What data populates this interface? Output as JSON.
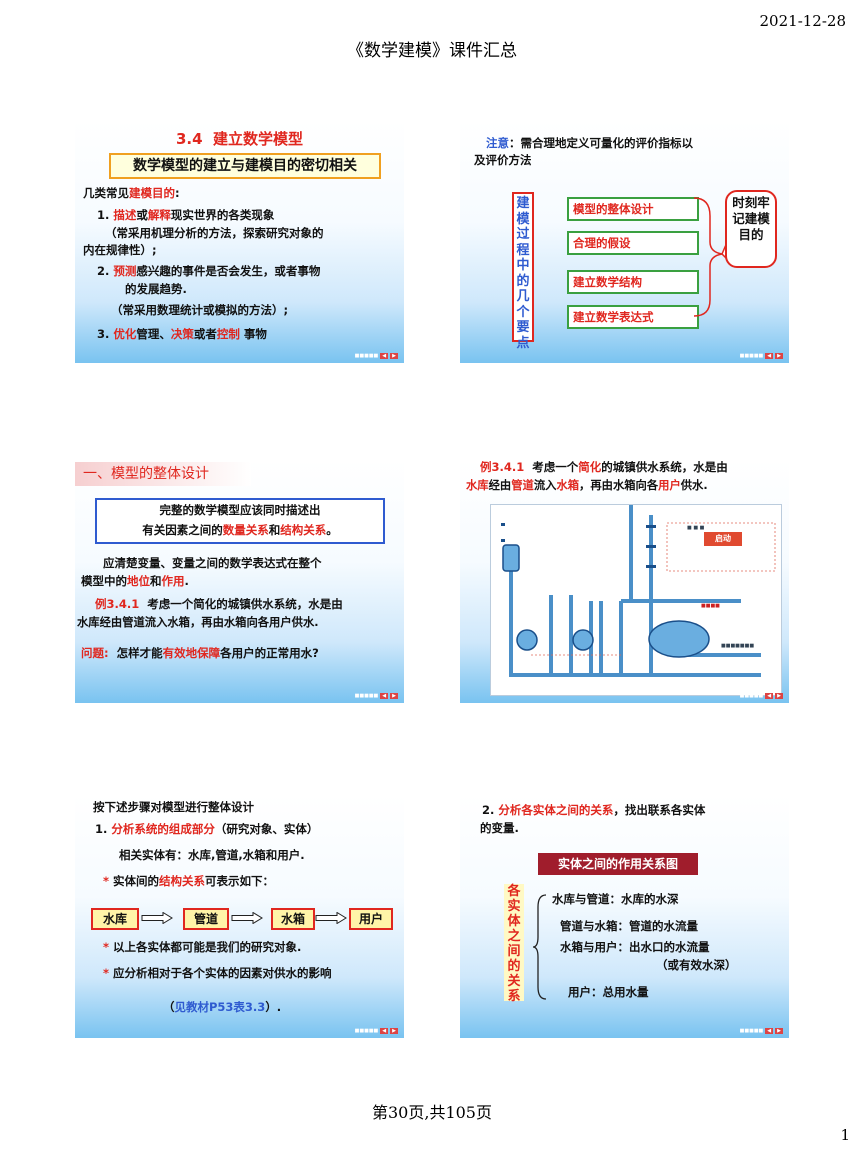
{
  "header": {
    "date": "2021-12-28",
    "doc_title": "《数学建模》课件汇总"
  },
  "footer": {
    "page_info": "第30页,共105页",
    "page_number": "1"
  },
  "colors": {
    "red": "#e0271f",
    "blue": "#2f5bd0",
    "slide_gradient_end": "#79c3f0"
  },
  "slides": [
    {
      "title_num": "3.4",
      "title_text": "建立数学模型",
      "subtitle": "数学模型的建立与建模目的密切相关",
      "intro_a": "几类常见",
      "intro_b": "建模目的",
      "intro_c": ":",
      "i1_a": "1.",
      "i1_b": "描述",
      "i1_c": "或",
      "i1_d": "解释",
      "i1_e": "现实世界的各类现象",
      "i1_f": "（常采用机理分析的方法，探索研究对象的",
      "i1_g": "内在规律性）;",
      "i2_a": "2.",
      "i2_b": "预测",
      "i2_c": "感兴趣的事件是否会发生，或者事物",
      "i2_d": "的发展趋势.",
      "i2_e": "（常采用数理统计或模拟的方法）;",
      "i3_a": "3.",
      "i3_b": "优化",
      "i3_c": "管理、",
      "i3_d": "决策",
      "i3_e": "或者",
      "i3_f": "控制",
      "i3_g": "事物"
    },
    {
      "note_label": "注意",
      "note_a": "：需合理地定义可量化的评价指标以",
      "note_b": "及评价方法",
      "vertical": "建模过程中的几个要点",
      "boxes": [
        "模型的整体设计",
        "合理的假设",
        "建立数学结构",
        "建立数学表达式"
      ],
      "bubble": "时刻牢记建模目的"
    },
    {
      "heading": "一、模型的整体设计",
      "box_l1": "完整的数学模型应该同时描述出",
      "box_l2_a": "有关因素之间的",
      "box_l2_b": "数量关系",
      "box_l2_c": "和",
      "box_l2_d": "结构关系",
      "box_l2_e": "。",
      "p1": "应清楚变量、变量之间的数学表达式在整个",
      "p2_a": "模型中的",
      "p2_b": "地位",
      "p2_c": "和",
      "p2_d": "作用",
      "p2_e": ".",
      "ex_label": "例3.4.1",
      "ex_a": "考虑一个简化的城镇供水系统，水是由",
      "ex_b": "水库经由管道流入水箱，再由水箱向各用户供水.",
      "q_label": "问题:",
      "q_a": "怎样才能",
      "q_b": "有效地保障",
      "q_c": "各用户的正常用水?"
    },
    {
      "ex_label": "例3.4.1",
      "l1_a": "考虑一个",
      "l1_b": "简化",
      "l1_c": "的城镇供水系统，水是由",
      "l2_a": "水库",
      "l2_b": "经由",
      "l2_c": "管道",
      "l2_d": "流入",
      "l2_e": "水箱",
      "l2_f": "，再由水箱向各",
      "l2_g": "用户",
      "l2_h": "供水.",
      "start_button": "启动"
    },
    {
      "l1": "按下述步骤对模型进行整体设计",
      "l2_a": "1.",
      "l2_b": "分析系统的组成部分",
      "l2_c": "（研究对象、实体）",
      "l3": "相关实体有：水库,管道,水箱和用户.",
      "l4_a": "*",
      "l4_b": "实体间的",
      "l4_c": "结构关系",
      "l4_d": "可表示如下：",
      "flow": [
        "水库",
        "管道",
        "水箱",
        "用户"
      ],
      "l5_a": "*",
      "l5_b": "以上各实体都可能是我们的研究对象.",
      "l6_a": "*",
      "l6_b": "应分析相对于各个实体的因素对供水的影响",
      "l7_a": "（",
      "l7_b": "见教材P53表3.3",
      "l7_c": "）."
    },
    {
      "l1_a": "2.",
      "l1_b": "分析各实体之间的关系",
      "l1_c": "，找出联系各实体",
      "l2": "的变量.",
      "banner": "实体之间的作用关系图",
      "vertical": "各实体之间的关系",
      "r1": "水库与管道：水库的水深",
      "r2": "管道与水箱：管道的水流量",
      "r3": "水箱与用户：出水口的水流量",
      "r3b": "（或有效水深）",
      "r4": "用户：总用水量"
    }
  ]
}
